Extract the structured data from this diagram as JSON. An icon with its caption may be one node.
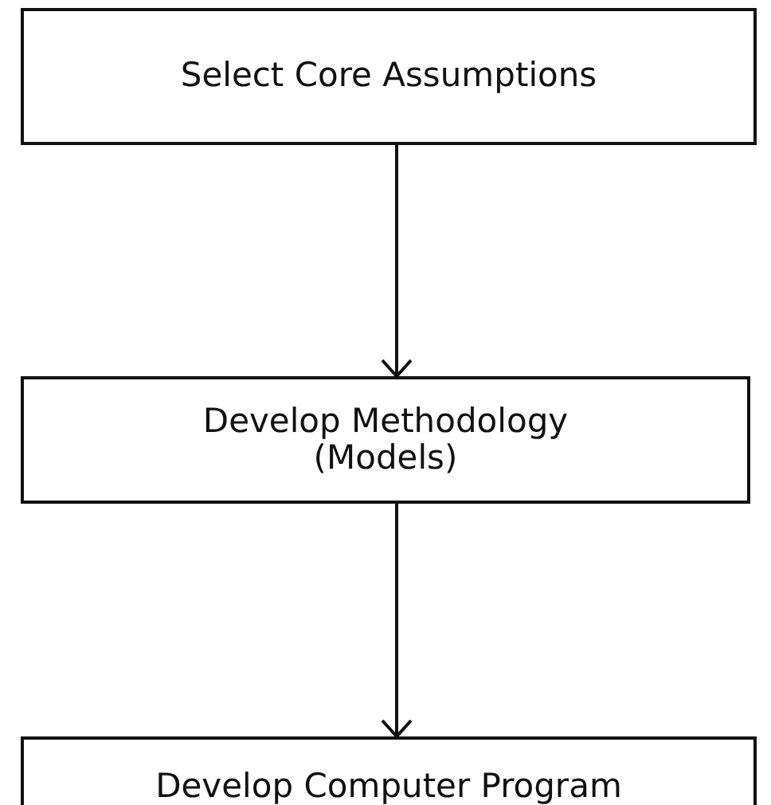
{
  "diagram": {
    "nodes": [
      {
        "text": [
          "Select Core Assumptions"
        ]
      },
      {
        "text": [
          "Develop Methodology (Models)"
        ]
      },
      {
        "text": [
          "Develop Computer Program"
        ]
      }
    ],
    "edges": [
      {
        "from": 0,
        "to": 1,
        "arrow": "to"
      },
      {
        "from": 1,
        "to": 2,
        "arrow": "to"
      }
    ]
  }
}
